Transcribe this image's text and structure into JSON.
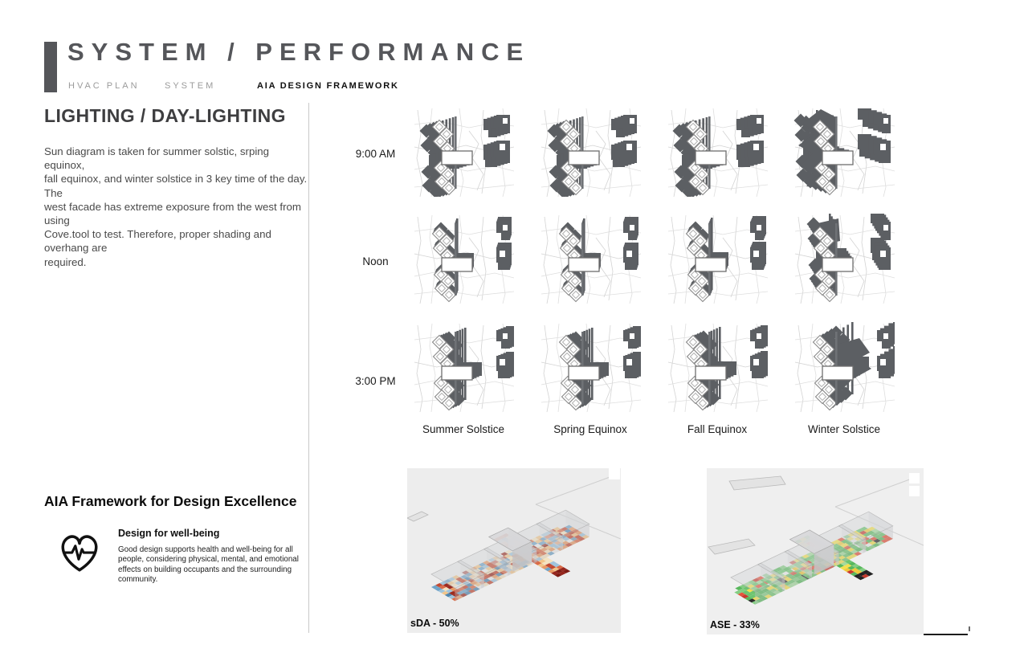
{
  "header": {
    "title": "SYSTEM / PERFORMANCE",
    "accent_color": "#55565A",
    "tabs": [
      {
        "label": "HVAC PLAN",
        "active": false
      },
      {
        "label": "SYSTEM",
        "active": false
      },
      {
        "label": "AIA DESIGN FRAMEWORK",
        "active": true
      }
    ]
  },
  "lighting_section": {
    "title": "LIGHTING / DAY-LIGHTING",
    "body": "Sun diagram is taken for summer solstic, srping equinox,\nfall equinox, and winter solstice in 3 key time of the day. The\nwest facade has extreme exposure from the west from using\nCove.tool to test. Therefore, proper shading and overhang are\nrequired."
  },
  "sun_study": {
    "row_labels": [
      "9:00 AM",
      "Noon",
      "3:00 PM"
    ],
    "column_labels": [
      "Summer Solstice",
      "Spring Equinox",
      "Fall Equinox",
      "Winter Solstice"
    ],
    "shadow_color": "#5C5F63",
    "shadow_vectors": [
      [
        [
          -16,
          5
        ],
        [
          -15,
          5
        ],
        [
          -17,
          5
        ],
        [
          -24,
          -8
        ]
      ],
      [
        [
          2,
          -6
        ],
        [
          2,
          -6
        ],
        [
          3,
          -7
        ],
        [
          -8,
          -12
        ]
      ],
      [
        [
          12,
          -5
        ],
        [
          12,
          -5
        ],
        [
          13,
          -6
        ],
        [
          20,
          -12
        ]
      ]
    ]
  },
  "aia_framework": {
    "title": "AIA Framework for Design Excellence",
    "item": {
      "icon": "heart-pulse",
      "title": "Design for well-being",
      "body": "Good design supports health and well-being for all people, considering physical, mental, and emotional effects on building occupants and the surrounding community."
    }
  },
  "renderings": [
    {
      "label": "sDA - 50%",
      "metric": "Spatial Daylight Autonomy",
      "value": "50%",
      "palette": [
        "#9C2B20",
        "#C34A32",
        "#DA6B47",
        "#E99A64",
        "#F2C488",
        "#F4E3C0",
        "#9FC4DC",
        "#6FA3C8",
        "#4E86B0",
        "#7A9FB8"
      ],
      "distribution": [
        8,
        10,
        12,
        12,
        12,
        14,
        12,
        10,
        6,
        4
      ],
      "end_colors": [
        "#7E1B14",
        "#96251C"
      ],
      "background": "#EDEDED"
    },
    {
      "label": "ASE - 33%",
      "metric": "Annual Sunlight Exposure",
      "value": "33%",
      "palette": [
        "#58B85C",
        "#6CC46E",
        "#83CE82",
        "#A4DB9C",
        "#F4E04D",
        "#F0C93B",
        "#E5533B",
        "#C93A2E",
        "#2B2B2B"
      ],
      "distribution": [
        22,
        18,
        14,
        8,
        14,
        8,
        6,
        4,
        2
      ],
      "end_colors": [
        "#222222",
        "#C53B2E"
      ],
      "background": "#EFEFEF"
    }
  ]
}
